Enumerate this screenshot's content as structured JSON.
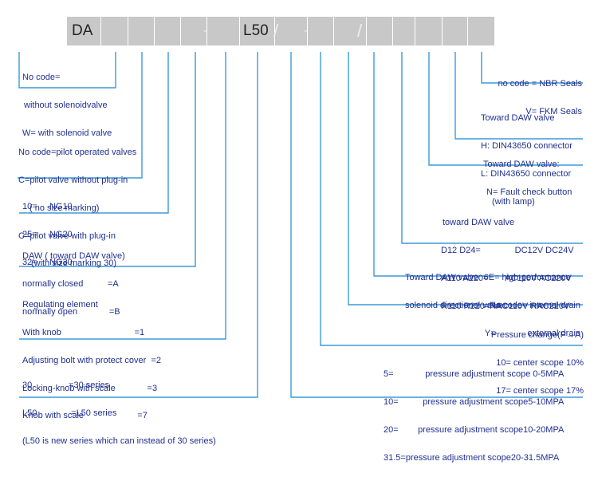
{
  "code_bar": {
    "prefix": "DA",
    "series_marker": "L50",
    "separator_dash": "-",
    "separator_slash": "/"
  },
  "left_notes": {
    "solenoid": [
      "No code=",
      "without solenoidvalve",
      "W= with solenoid valve"
    ],
    "pilot": [
      "No code=pilot operated valves",
      "C=pilot valve without plug-in",
      "( no size marking)",
      "C=pilot valve with plug-in",
      "(with size marking 30)"
    ],
    "size": [
      "10=     NG10",
      "25=     NG20",
      "32=     NG30"
    ],
    "daw": [
      "DAW ( toward DAW valve)",
      "normally closed          =A",
      "normally open             =B"
    ],
    "regulating": [
      "Regulating element",
      "With knob                              =1",
      "Adjusting bolt with protect cover  =2",
      "Locking-knob with scale             =3",
      "Knob with scale                      =7"
    ],
    "series": [
      "30               =30 series",
      "L50              =L50 series",
      "(L50 is new series which can instead of 30 series)"
    ]
  },
  "right_notes": {
    "seals": [
      "no code = NBR Seals",
      "V= FKM Seals"
    ],
    "connector": [
      "Toward DAW valve",
      "H: DIN43650 connector",
      "L: DIN43650 connector",
      "(with lamp)"
    ],
    "fault": [
      "Toward DAW valve:",
      "N= Fault check button"
    ],
    "voltage": [
      "toward DAW valve",
      "D12 D24=              DC12V DC24V",
      "A110 A220=       AC110V AC220V",
      "R110 R220=RAC110V RAC220V"
    ],
    "high_perf": [
      "Toward DAW valve  6E= high-performance",
      "solenoid directional valve"
    ],
    "drain": [
      "No code= internal drain",
      "Y=             external drain"
    ],
    "pressure_change": [
      "Pressure change(P→A)",
      "10= center scope 10%",
      "17= center scope 17%"
    ],
    "pressure_adjust": [
      "5=             pressure adjustment scope 0-5MPA",
      "10=          pressure adjustment scope5-10MPA",
      "20=        pressure adjustment scope10-20MPA",
      "31.5=pressure adjustment scope20-31.5MPA"
    ]
  },
  "colors": {
    "cell": "#c8c8c8",
    "line": "#3d9ad8",
    "text": "#1f2f8f"
  }
}
